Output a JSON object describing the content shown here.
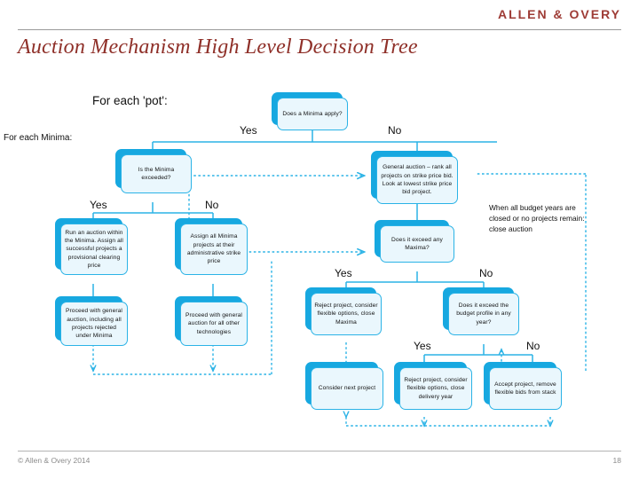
{
  "header": {
    "brand": "ALLEN & OVERY",
    "title": "Auction Mechanism High Level Decision Tree"
  },
  "footer": {
    "copyright": "© Allen & Overy 2014",
    "page_number": "18"
  },
  "theme": {
    "brand_color": "#9E3B35",
    "title_color": "#8F3029",
    "node_fill": "#EAF7FD",
    "node_border": "#2BB3E6",
    "node_shadow": "#17A8E0",
    "connector_color": "#2BB3E6",
    "rule_color": "#9a9a9a",
    "footer_text_color": "#8c8c8c"
  },
  "diagram": {
    "type": "decision-tree",
    "swimlane_labels": [
      {
        "id": "for-each-pot",
        "text": "For each 'pot':"
      },
      {
        "id": "for-each-minima",
        "text": "For each Minima:"
      }
    ],
    "nodes": [
      {
        "id": "does-minima-apply",
        "text": "Does a Minima apply?"
      },
      {
        "id": "is-minima-exceeded",
        "text": "Is the Minima exceeded?"
      },
      {
        "id": "run-auction-within",
        "text": "Run an auction within the Minima. Assign all successful projects a provisional clearing price"
      },
      {
        "id": "assign-all-minima",
        "text": "Assign all Minima projects at their administrative strike price"
      },
      {
        "id": "proceed-general-minima",
        "text": "Proceed with general auction, including all projects rejected under Minima"
      },
      {
        "id": "proceed-general-other",
        "text": "Proceed with general auction for all other technologies"
      },
      {
        "id": "general-auction-rank",
        "text": "General auction – rank all projects on strike price bid. Look at lowest strike price bid project."
      },
      {
        "id": "exceed-maxima",
        "text": "Does it exceed any Maxima?"
      },
      {
        "id": "reject-close-maxima",
        "text": "Reject project, consider flexible options, close Maxima"
      },
      {
        "id": "exceed-budget-profile",
        "text": "Does it exceed the budget profile in any year?"
      },
      {
        "id": "consider-next-project",
        "text": "Consider next project"
      },
      {
        "id": "reject-close-delivery",
        "text": "Reject project, consider flexible options, close delivery year"
      },
      {
        "id": "accept-project",
        "text": "Accept project, remove flexible bids from stack"
      }
    ],
    "edge_labels": [
      {
        "id": "minima-apply-yes",
        "text": "Yes"
      },
      {
        "id": "minima-apply-no",
        "text": "No"
      },
      {
        "id": "minima-exceed-yes",
        "text": "Yes"
      },
      {
        "id": "minima-exceed-no",
        "text": "No"
      },
      {
        "id": "maxima-yes",
        "text": "Yes"
      },
      {
        "id": "maxima-no",
        "text": "No"
      },
      {
        "id": "budget-yes",
        "text": "Yes"
      },
      {
        "id": "budget-no",
        "text": "No"
      }
    ],
    "annotation": {
      "id": "close-auction-note",
      "text": "When all budget years are closed or no projects remain: close auction"
    }
  }
}
